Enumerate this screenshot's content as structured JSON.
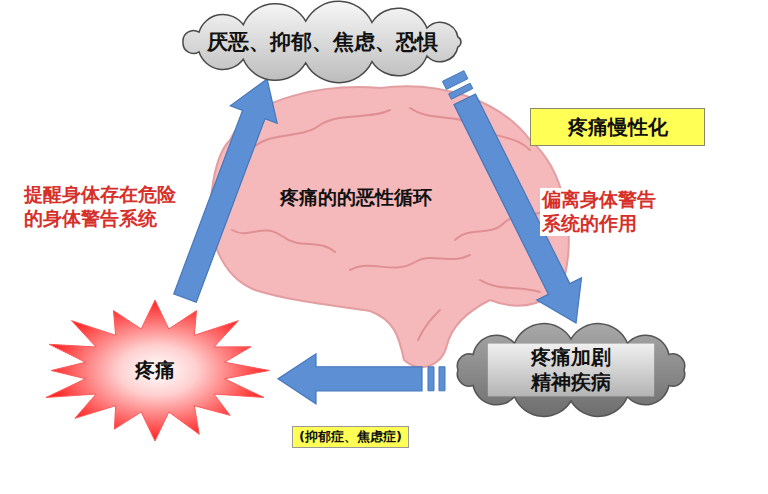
{
  "diagram": {
    "nodes": [
      {
        "text": [
          "厌恶、抑郁、焦虑、恐惧"
        ]
      },
      {
        "text": [
          "疼痛慢性化"
        ]
      },
      {
        "text": [
          "疼痛"
        ]
      },
      {
        "text": [
          "疼痛加剧 精神疾病"
        ]
      }
    ],
    "edges": [
      {
        "from": 2,
        "to": 0,
        "label": "提醒身体存在危险 的身体警告系统",
        "arrow": "to"
      },
      {
        "from": 0,
        "to": 3,
        "label": "偏离身体警告 系统的作用",
        "arrow": "to"
      },
      {
        "from": 3,
        "to": 2,
        "label": "(抑郁症、焦虑症)",
        "arrow": "to"
      }
    ],
    "labels": [
      "疼痛的的恶性循环"
    ]
  }
}
